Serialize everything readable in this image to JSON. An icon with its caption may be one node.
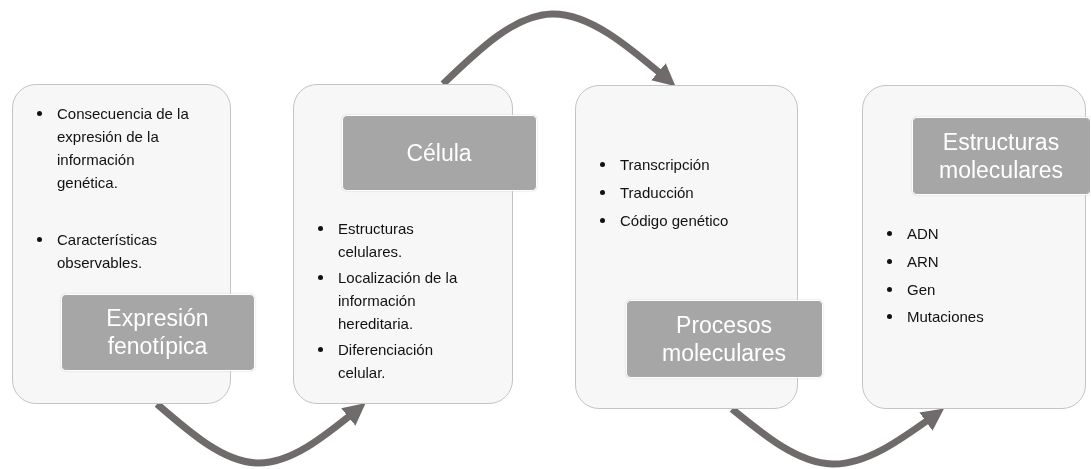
{
  "diagram": {
    "nodes": [
      {
        "text": [
          "Consecuencia de la expresión de la información genética.",
          "Características observables."
        ]
      },
      {
        "text": [
          "Expresión fenotípica"
        ],
        "in": 0
      },
      {
        "text": [
          "Estructuras celulares.",
          "Localización de la información hereditaria.",
          "Diferenciación celular."
        ]
      },
      {
        "text": [
          "Célula"
        ],
        "in": 2
      },
      {
        "text": [
          "Transcripción",
          "Traducción",
          "Código genético"
        ]
      },
      {
        "text": [
          "Procesos moleculares"
        ],
        "in": 4
      },
      {
        "text": [
          "ADN",
          "ARN",
          "Gen",
          "Mutaciones"
        ]
      },
      {
        "text": [
          "Estructuras moleculares"
        ],
        "in": 6
      }
    ],
    "edges": [
      {
        "from": 0,
        "to": 2,
        "arrow": "to"
      },
      {
        "from": 2,
        "to": 4,
        "arrow": "to"
      },
      {
        "from": 4,
        "to": 6,
        "arrow": "to"
      }
    ]
  }
}
